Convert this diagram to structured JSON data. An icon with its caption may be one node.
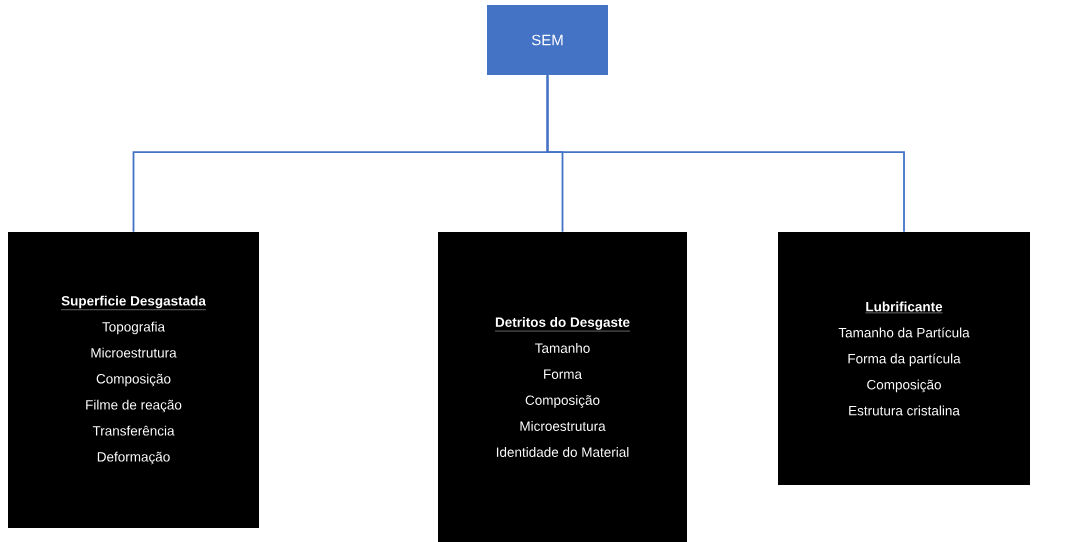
{
  "diagram": {
    "nodes": [
      {
        "text": [
          "SEM"
        ]
      },
      {
        "text": [
          "Superficie Desgastada",
          "Topografia",
          "Microestrutura",
          "Composição",
          "Filme de reação",
          "Transferência",
          "Deformação"
        ]
      },
      {
        "text": [
          "Detritos do Desgaste",
          "Tamanho",
          "Forma",
          "Composição",
          "Microestrutura",
          "Identidade do Material"
        ]
      },
      {
        "text": [
          "Lubrificante",
          "Tamanho da Partícula",
          "Forma da partícula",
          "Composição",
          "Estrutura cristalina"
        ]
      }
    ],
    "edges": [
      {
        "from": 0,
        "to": 1,
        "arrow": "none"
      },
      {
        "from": 0,
        "to": 2,
        "arrow": "none"
      },
      {
        "from": 0,
        "to": 3,
        "arrow": "none"
      }
    ]
  }
}
